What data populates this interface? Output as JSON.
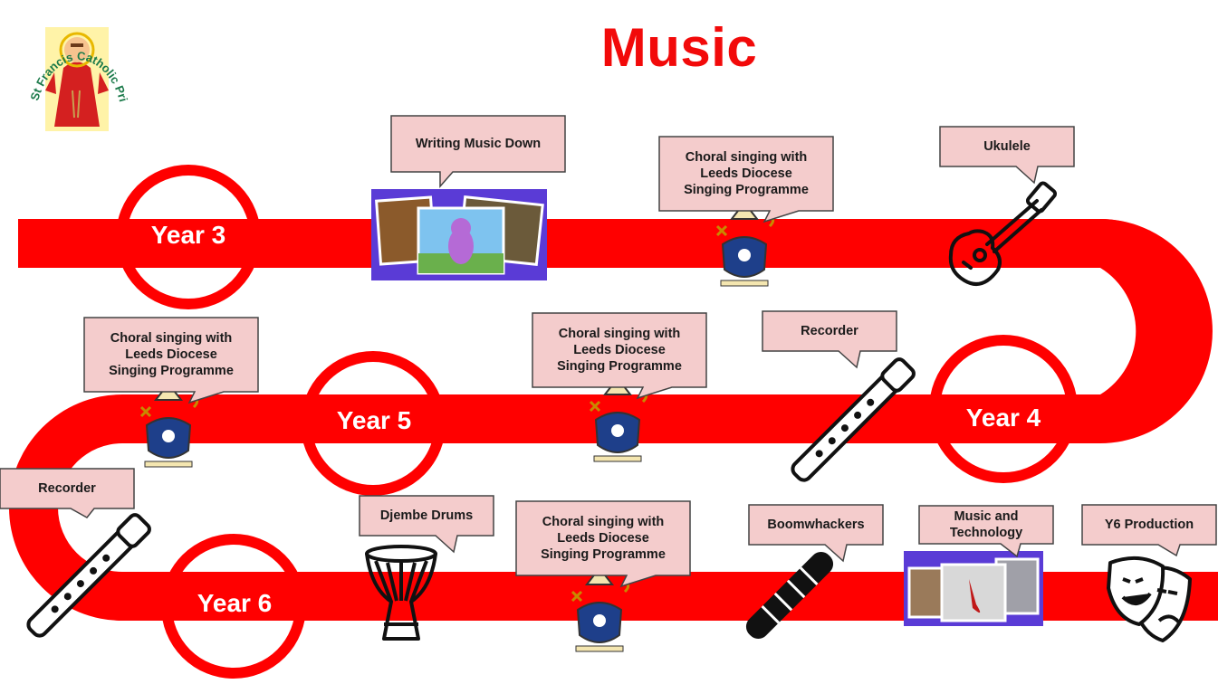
{
  "page": {
    "title": "Music"
  },
  "logo": {
    "school_name": "St Francis Catholic Primary School"
  },
  "years": {
    "y3": "Year 3",
    "y4": "Year 4",
    "y5": "Year 5",
    "y6": "Year 6"
  },
  "callouts": {
    "writing_music": "Writing Music Down",
    "choral_y3": [
      "Choral singing with",
      "Leeds Diocese",
      "Singing Programme"
    ],
    "ukulele": "Ukulele",
    "choral_y5_left": [
      "Choral singing with",
      "Leeds Diocese",
      "Singing Programme"
    ],
    "choral_y5_mid": [
      "Choral singing with",
      "Leeds Diocese",
      "Singing Programme"
    ],
    "recorder_y4": "Recorder",
    "recorder_y6": "Recorder",
    "djembe": "Djembe Drums",
    "choral_y6": [
      "Choral singing with",
      "Leeds Diocese",
      "Singing Programme"
    ],
    "boomwhackers": "Boomwhackers",
    "music_tech": [
      "Music and",
      "Technology"
    ],
    "y6_production": "Y6 Production"
  },
  "colors": {
    "road": "#ff0000",
    "title": "#f20a0a",
    "callout_fill": "#f4cccc",
    "callout_stroke": "#444444"
  }
}
